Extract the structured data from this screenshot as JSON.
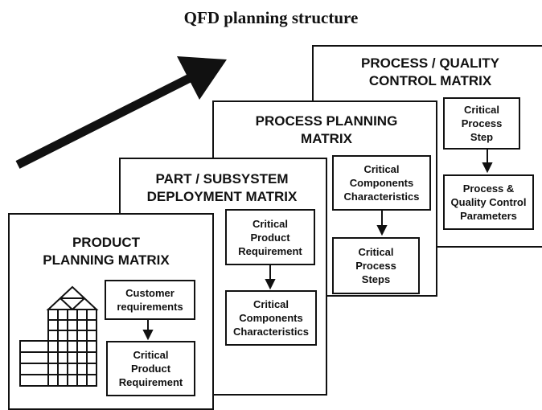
{
  "title": "QFD planning structure",
  "matrices": {
    "process_quality": {
      "title": "PROCESS / QUALITY\nCONTROL MATRIX",
      "boxes": [
        "Critical\nProcess\nStep",
        "Process &\nQuality Control\nParameters"
      ]
    },
    "process_planning": {
      "title": "PROCESS PLANNING\nMATRIX",
      "boxes": [
        "Critical\nComponents\nCharacteristics",
        "Critical\nProcess\nSteps"
      ]
    },
    "part_subsystem": {
      "title": "PART / SUBSYSTEM\nDEPLOYMENT MATRIX",
      "boxes": [
        "Critical\nProduct\nRequirement",
        "Critical\nComponents\nCharacteristics"
      ]
    },
    "product_planning": {
      "title": "PRODUCT\nPLANNING MATRIX",
      "boxes": [
        "Customer\nrequirements",
        "Critical\nProduct\nRequirement"
      ]
    }
  }
}
